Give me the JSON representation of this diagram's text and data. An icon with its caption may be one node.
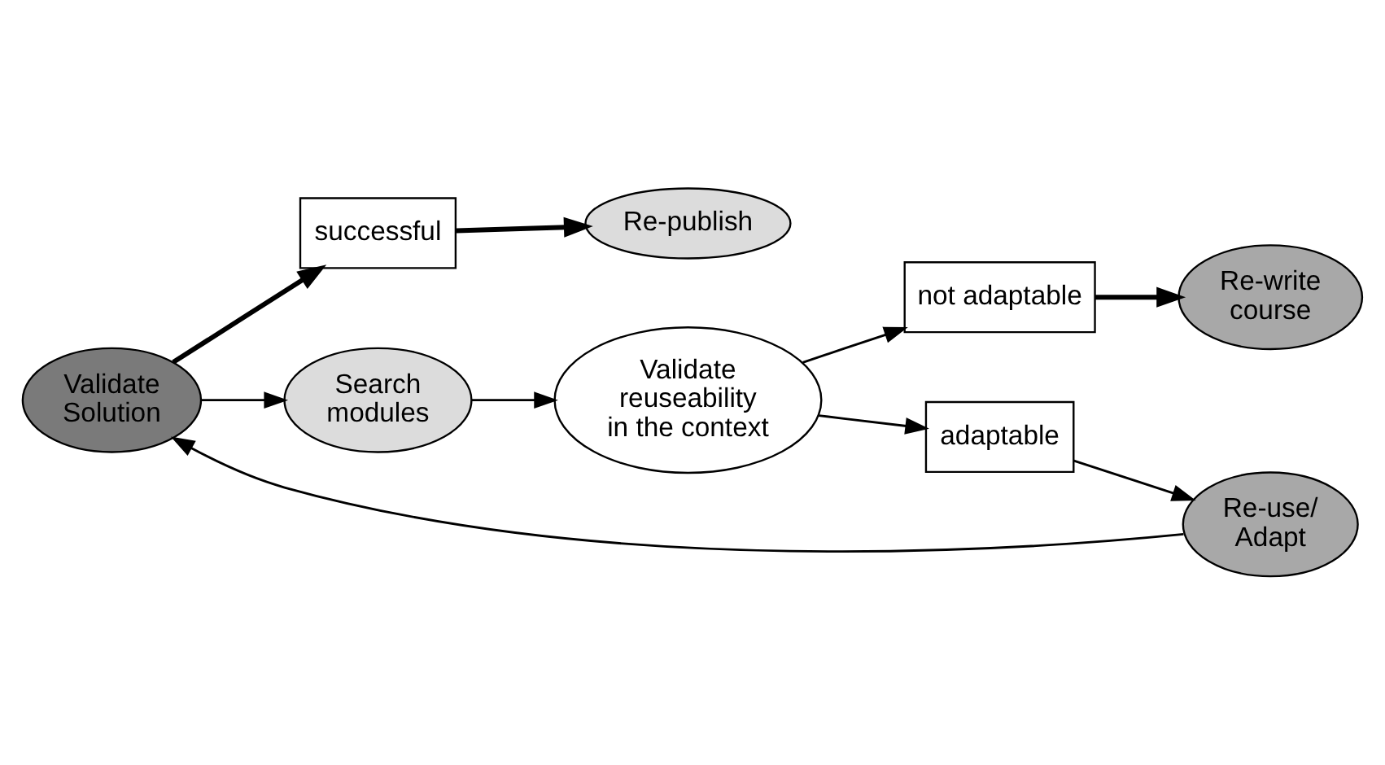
{
  "diagram": {
    "nodes": [
      {
        "text": [
          "Re-publish"
        ]
      },
      {
        "text": [
          "successful"
        ]
      },
      {
        "text": [
          "Validate Solution"
        ]
      },
      {
        "text": [
          "Search modules"
        ]
      },
      {
        "text": [
          "Validate reuseability in the context"
        ]
      },
      {
        "text": [
          "adaptable"
        ]
      },
      {
        "text": [
          "not adaptable"
        ]
      },
      {
        "text": [
          "Re-use/ Adapt"
        ]
      },
      {
        "text": [
          "Re-write course"
        ]
      }
    ],
    "edges": [
      {
        "from": 2,
        "to": 1,
        "arrow": "to",
        "style": "thick"
      },
      {
        "from": 1,
        "to": 0,
        "arrow": "to",
        "style": "thick"
      },
      {
        "from": 2,
        "to": 3,
        "arrow": "to"
      },
      {
        "from": 3,
        "to": 4,
        "arrow": "to"
      },
      {
        "from": 4,
        "to": 5,
        "arrow": "to"
      },
      {
        "from": 4,
        "to": 6,
        "arrow": "to"
      },
      {
        "from": 5,
        "to": 7,
        "arrow": "to"
      },
      {
        "from": 6,
        "to": 8,
        "arrow": "to",
        "style": "thick"
      },
      {
        "from": 7,
        "to": 2,
        "arrow": "to"
      }
    ]
  }
}
